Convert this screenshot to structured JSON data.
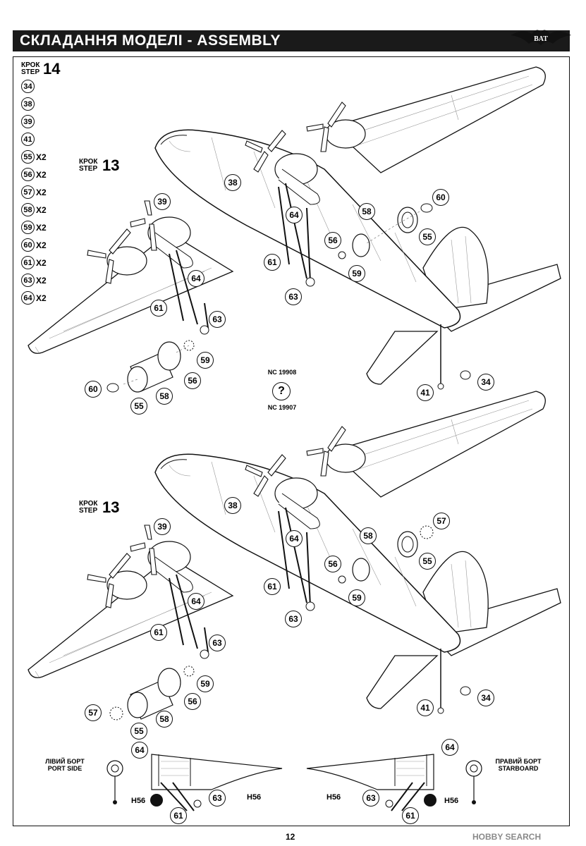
{
  "header": {
    "title": "СКЛАДАННЯ МОДЕЛІ - ASSEMBLY",
    "logo_text": "BAT"
  },
  "step14": {
    "label_top": "КРОК",
    "label_bottom": "STEP",
    "number": "14"
  },
  "parts_list": [
    {
      "num": "34",
      "qty": ""
    },
    {
      "num": "38",
      "qty": ""
    },
    {
      "num": "39",
      "qty": ""
    },
    {
      "num": "41",
      "qty": ""
    },
    {
      "num": "55",
      "qty": "X2"
    },
    {
      "num": "56",
      "qty": "X2"
    },
    {
      "num": "57",
      "qty": "X2"
    },
    {
      "num": "58",
      "qty": "X2"
    },
    {
      "num": "59",
      "qty": "X2"
    },
    {
      "num": "60",
      "qty": "X2"
    },
    {
      "num": "61",
      "qty": "X2"
    },
    {
      "num": "63",
      "qty": "X2"
    },
    {
      "num": "64",
      "qty": "X2"
    }
  ],
  "view_top": {
    "step_label_top": "КРОК",
    "step_label_bottom": "STEP",
    "step_number": "13",
    "callouts": [
      "38",
      "39",
      "64",
      "58",
      "60",
      "55",
      "56",
      "61",
      "59",
      "63",
      "64",
      "61",
      "63",
      "59",
      "56",
      "60",
      "55",
      "58",
      "41",
      "34"
    ]
  },
  "variant_note": {
    "top": "NC 19908",
    "symbol": "?",
    "bottom": "NC 19907"
  },
  "view_bottom": {
    "step_label_top": "КРОК",
    "step_label_bottom": "STEP",
    "step_number": "13",
    "callouts": [
      "38",
      "39",
      "64",
      "58",
      "57",
      "55",
      "56",
      "61",
      "59",
      "63",
      "64",
      "61",
      "63",
      "59",
      "56",
      "57",
      "55",
      "58",
      "41",
      "34"
    ]
  },
  "details": {
    "left_title_ua": "ЛІВИЙ БОРТ",
    "left_title_en": "PORT SIDE",
    "right_title_ua": "ПРАВИЙ БОРТ",
    "right_title_en": "STARBOARD",
    "paint_code": "H56",
    "left_callouts": [
      "64",
      "63",
      "61"
    ],
    "right_callouts": [
      "64",
      "63",
      "61"
    ]
  },
  "footer": {
    "page_number": "12",
    "watermark": "HOBBY SEARCH"
  }
}
